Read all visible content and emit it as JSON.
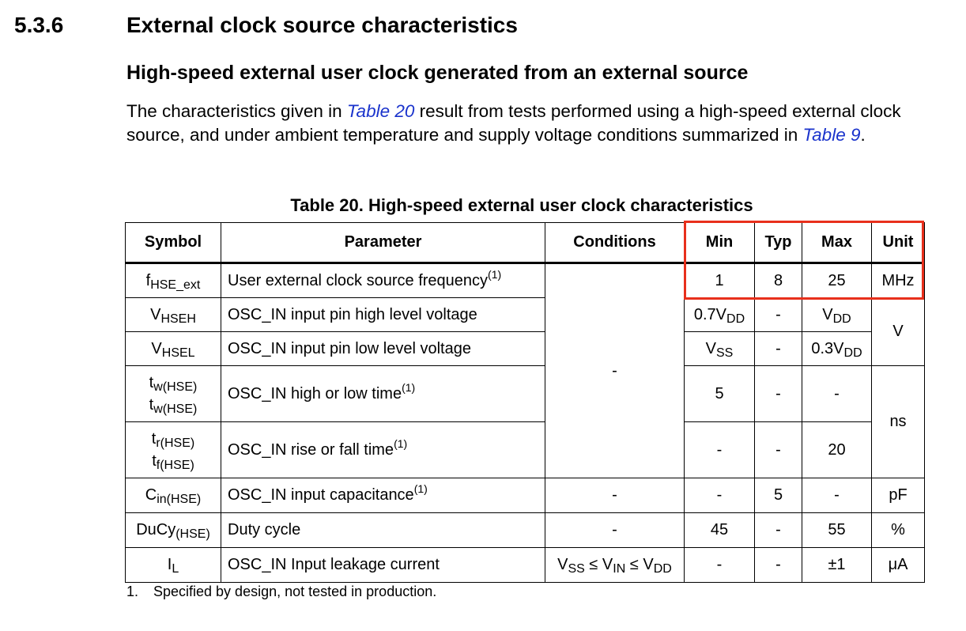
{
  "section": {
    "number": "5.3.6",
    "title": "External clock source characteristics",
    "subtitle": "High-speed external user clock generated from an external source"
  },
  "paragraph": {
    "p1": "The characteristics given in ",
    "link1": "Table 20",
    "p2": " result from tests performed using a high-speed external clock source, and under ambient temperature and supply voltage conditions summarized in ",
    "link2": "Table 9",
    "p3": "."
  },
  "table": {
    "caption": "Table 20. High-speed external user clock characteristics",
    "headers": {
      "symbol": "Symbol",
      "parameter": "Parameter",
      "conditions": "Conditions",
      "min": "Min",
      "typ": "Typ",
      "max": "Max",
      "unit": "Unit"
    },
    "rows": [
      {
        "sym": "f",
        "sym_sub": "HSE_ext",
        "param": "User external clock source frequency",
        "fn": "(1)",
        "min": "1",
        "typ": "8",
        "max": "25",
        "unit": "MHz"
      },
      {
        "sym": "V",
        "sym_sub": "HSEH",
        "param": "OSC_IN input pin high level voltage",
        "min": "0.7V",
        "min_sub": "DD",
        "typ": "-",
        "max": "V",
        "max_sub": "DD"
      },
      {
        "sym": "V",
        "sym_sub": "HSEL",
        "param": "OSC_IN input pin low level voltage",
        "min": "V",
        "min_sub": "SS",
        "typ": "-",
        "max": "0.3V",
        "max_sub": "DD"
      },
      {
        "sym": "t",
        "sym_sub": "w(HSE)",
        "sym2": "t",
        "sym2_sub": "w(HSE)",
        "param": "OSC_IN high or low time",
        "fn": "(1)",
        "min": "5",
        "typ": "-",
        "max": "-"
      },
      {
        "sym": "t",
        "sym_sub": "r(HSE)",
        "sym2": "t",
        "sym2_sub": "f(HSE)",
        "param": "OSC_IN rise or fall time",
        "fn": "(1)",
        "min": "-",
        "typ": "-",
        "max": "20"
      },
      {
        "sym": "C",
        "sym_sub": "in(HSE)",
        "param": "OSC_IN input capacitance",
        "fn": "(1)",
        "cond": "-",
        "min": "-",
        "typ": "5",
        "max": "-",
        "unit": "pF"
      },
      {
        "sym": "DuCy",
        "sym_sub": "(HSE)",
        "param": "Duty cycle",
        "cond": "-",
        "min": "45",
        "typ": "-",
        "max": "55",
        "unit": "%"
      },
      {
        "sym": "I",
        "sym_sub": "L",
        "param": "OSC_IN Input leakage current",
        "cond_parts": [
          "V",
          "SS",
          " ≤ V",
          "IN",
          " ≤ V",
          "DD"
        ],
        "min": "-",
        "typ": "-",
        "max": "±1",
        "unit": "μA"
      }
    ],
    "merged": {
      "cond_rows_0_4": "-",
      "unit_v": "V",
      "unit_ns": "ns"
    }
  },
  "footnote": {
    "number": "1.",
    "text": "Specified by design, not tested in production."
  },
  "highlight_color": "#e8301c"
}
